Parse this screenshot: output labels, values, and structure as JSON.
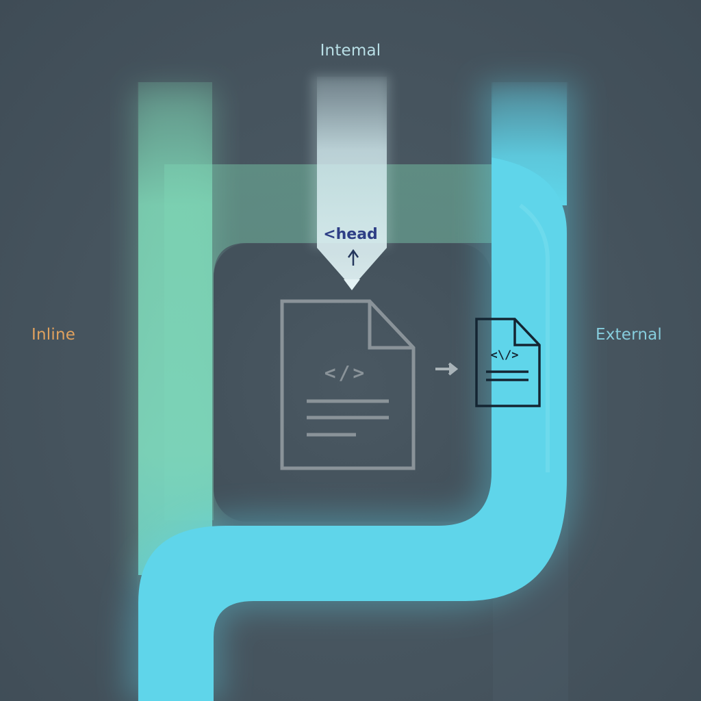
{
  "labels": {
    "internal": "Intemal",
    "inline": "Inline",
    "external": "External",
    "head_tag": "<head"
  },
  "glyphs": {
    "main_document_code": "</>",
    "external_document_code": "<\\/>"
  },
  "icons": {
    "main_document": "code-document-icon",
    "external_document": "external-document-icon",
    "up_arrow": "up-arrow-icon",
    "down_triangle": "down-triangle-icon",
    "right_arrow": "right-arrow-icon"
  },
  "colors": {
    "background": "#475560",
    "inline_accent": "#e1a25e",
    "internal_accent": "#b9dfe6",
    "external_accent": "#5dd5ea",
    "inline_band": "#7fd3b6",
    "head_text": "#2e3f86",
    "document_outline": "#8a9399"
  }
}
